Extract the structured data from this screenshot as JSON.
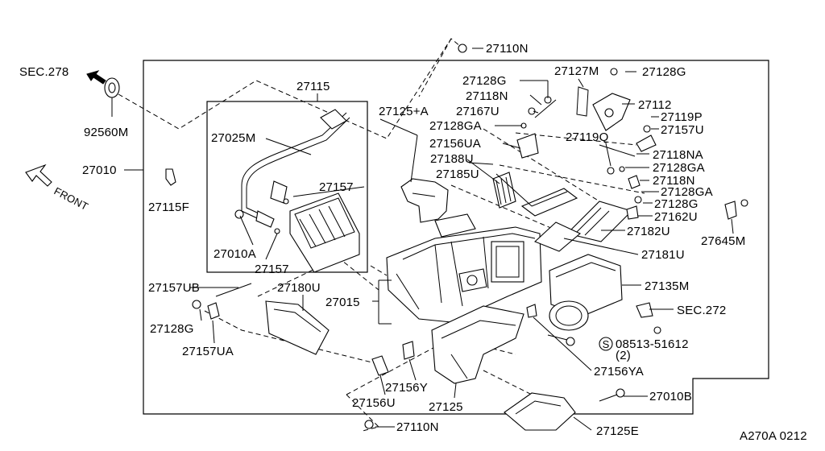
{
  "diagram": {
    "labels": {
      "sec278": "SEC.278",
      "p92560M": "92560M",
      "p27010": "27010",
      "front": "FRONT",
      "p27115F": "27115F",
      "p27115": "27115",
      "p27025M": "27025M",
      "p27157a": "27157",
      "p27010A": "27010A",
      "p27157b": "27157",
      "p27110Ntop": "27110N",
      "p27125A": "27125+A",
      "p27128G_top": "27128G",
      "p27118N_top": "27118N",
      "p27167U": "27167U",
      "p27128GA_top": "27128GA",
      "p27156UA": "27156UA",
      "p27188U": "27188U",
      "p27185U": "27185U",
      "p27127M": "27127M",
      "p27128G_right": "27128G",
      "p27112": "27112",
      "p27119P": "27119P",
      "p27157U": "27157U",
      "p27119Q": "27119Q",
      "p27118NA": "27118NA",
      "p27128GA_r1": "27128GA",
      "p27118N_r": "27118N",
      "p27128GA_r2": "27128GA",
      "p27128G_r": "27128G",
      "p27162U": "27162U",
      "p27645M": "27645M",
      "p27182U": "27182U",
      "p27181U": "27181U",
      "p27135M": "27135M",
      "sec272": "SEC.272",
      "p27015": "27015",
      "p27157UB": "27157UB",
      "p27180U": "27180U",
      "p27128G_left": "27128G",
      "p27157UA": "27157UA",
      "p08513": "08513-51612",
      "qty2": "(2)",
      "p27156YA": "27156YA",
      "p27156Y": "27156Y",
      "p27156U": "27156U",
      "p27125": "27125",
      "p27010B": "27010B",
      "p27110Nbot": "27110N",
      "p27125E": "27125E",
      "sCircle": "S",
      "code": "A270A 0212"
    }
  }
}
